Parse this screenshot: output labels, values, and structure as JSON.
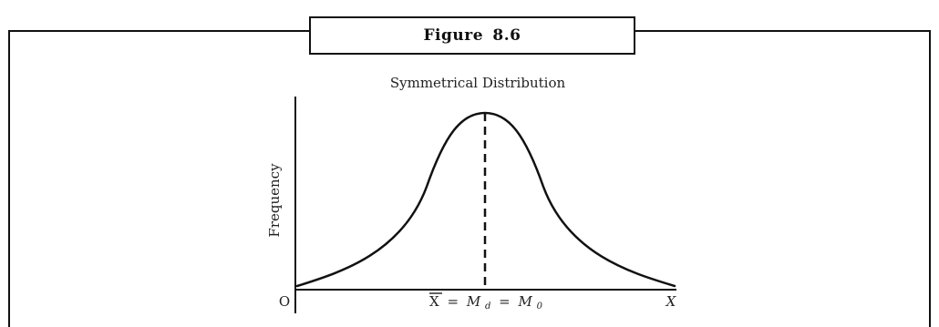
{
  "figure": {
    "caption": "Figure 8.6",
    "title": "Symmetrical Distribution",
    "y_axis_label": "Frequency",
    "origin_label": "O",
    "x_axis_label": "X",
    "center_label": {
      "mean_symbol": "X",
      "equals": "=",
      "median_symbol": "M",
      "median_subscript": "d",
      "mode_symbol": "M",
      "mode_subscript": "0"
    }
  },
  "colors": {
    "line": "#111111",
    "background": "#ffffff"
  }
}
